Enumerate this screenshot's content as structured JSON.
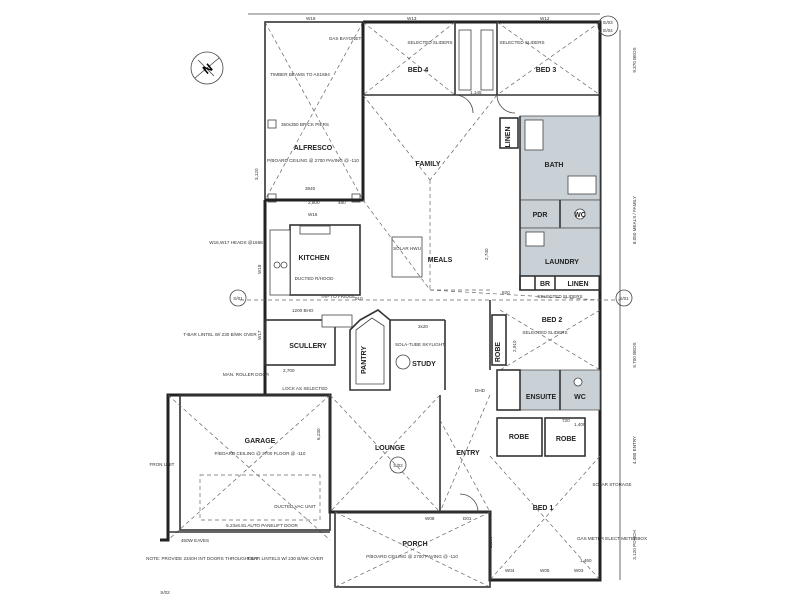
{
  "rooms": {
    "bed4": "BED 4",
    "bed3": "BED 3",
    "alfresco": "ALFRESCO",
    "family": "FAMILY",
    "bath": "BATH",
    "pdr": "PDR",
    "wc": "WC",
    "linen_top": "LINEN",
    "kitchen": "KITCHEN",
    "meals": "MEALS",
    "laundry": "LAUNDRY",
    "linen": "LINEN",
    "br": "BR",
    "bed2": "BED 2",
    "scullery": "SCULLERY",
    "pantry": "PANTRY",
    "study": "STUDY",
    "robe_bed2": "ROBE",
    "ensuite": "ENSUITE",
    "wc2": "WC",
    "robe1": "ROBE",
    "robe2": "ROBE",
    "garage": "GARAGE",
    "lounge": "LOUNGE",
    "entry": "ENTRY",
    "bed1": "BED 1",
    "porch": "PORCH"
  },
  "notes": {
    "gas_bayonet": "GAS BAYONET",
    "sliders_bed4": "SELECTED SLIDERS",
    "sliders_bed3": "SELECTED SLIDERS",
    "timber_beams": "TIMBER BEAMS TO AS1684",
    "brick_piers": "350x350 BRICK PIERS",
    "alfresco_ceiling": "P/BOARD CEILING @ 2700 PAVING @ -110",
    "solar_hwu": "SOLAR HWU",
    "ducted_rhood": "DUCTED R/HOOD",
    "tap_fridge": "TAP TO FRIDGE",
    "heads": "W16,W17 HEADS @1668",
    "t_bar_lintel": "T-BAR LINTEL W/ 230 B/WK OVER",
    "roller_door": "MAN. ROLLER DOOR",
    "lock_selected": "LOCK AS SELECTED",
    "sola_tube": "SOLA-TUBE SKYLIGHT",
    "sliders_bed2": "SELECTED SLIDERS",
    "sliders_linen": "SELECTED SLIDERS",
    "garage_ceiling": "P/BOARD CEILING @ 2700 FLOOR @ -110",
    "ducted_vac": "DUCTED VAC UNIT",
    "panelift": "5.23x6.81 AUTO PANELIFT DOOR",
    "eaves": "450W EAVES",
    "note_provide": "NOTE: PROVIDE 2340H INT DOORS THROUGHOUT",
    "t_bar_lintels": "T-BAR LINTELS W/ 230 B/WK OVER",
    "porch_ceiling": "P/BOARD CEILING @ 2700 PAVING @ -110",
    "solar_storage": "SOLAR STORAGE",
    "gas_meter": "GAS METER ELECT METERBOX",
    "front_unit": "FRON UNIT",
    "right_dim_top": "9.370 BEDS",
    "right_dim_mid": "8.050 MEALS / FAMILY",
    "right_dim_mid2": "5.700 BEDS",
    "right_dim_low": "4.480 ENTRY",
    "right_dim_bot": "3.120 PORCH"
  },
  "tags": {
    "e03": "E/03",
    "e04": "E/04",
    "s01_left": "S/01",
    "s01_right": "S/01",
    "s02": "S/02",
    "s02_corner": "S/02",
    "north": "N"
  },
  "dims": {
    "w19": "W19",
    "w13": "W13",
    "w12": "W12",
    "d3840": "3840",
    "d2800": "2,800",
    "d480": "480",
    "d3120": "3,120",
    "w16": "W16",
    "w18": "W18",
    "w17": "W17",
    "d1200": "1200 BHO",
    "d910": "910",
    "d3x20": "3x20",
    "d2700": "2,700",
    "d2740": "2,740",
    "d6230": "6,230",
    "d1145": "1,145",
    "d720": "720",
    "d820": "820",
    "d2910": "2,910",
    "d1400": "1,400",
    "dhd": "DHD",
    "w08": "W08",
    "d01": "D01",
    "w04": "W04",
    "w05": "W05",
    "w03": "W03",
    "d2160": "2,160",
    "d1460": "1,460"
  },
  "colors": {
    "wall": "#222222",
    "wet_area": "#c9d0d6",
    "paper": "#ffffff"
  }
}
